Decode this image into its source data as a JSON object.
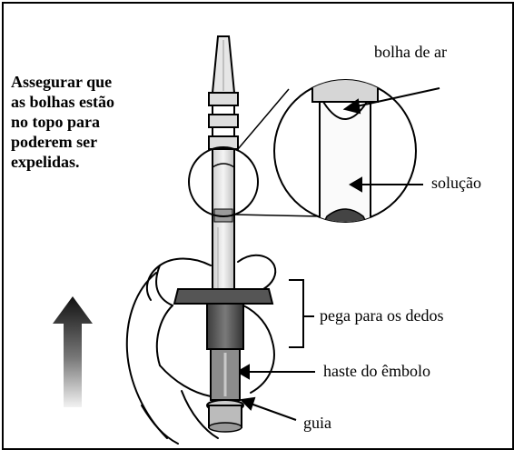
{
  "instruction": {
    "lines": [
      "Assegurar que",
      "as bolhas estão",
      "no topo para",
      "poderem ser",
      "expelidas."
    ]
  },
  "labels": {
    "air_bubble": "bolha de ar",
    "solution": "solução",
    "finger_grip": "pega para os dedos",
    "plunger_rod": "haste do êmbolo",
    "guide": "guia"
  },
  "colors": {
    "border": "#000000",
    "syringe_dark": "#555555",
    "arrow_gradient_top": "#111111",
    "arrow_gradient_bottom": "#f2f2f2"
  },
  "icons": {
    "direction": "up-arrow-icon"
  }
}
